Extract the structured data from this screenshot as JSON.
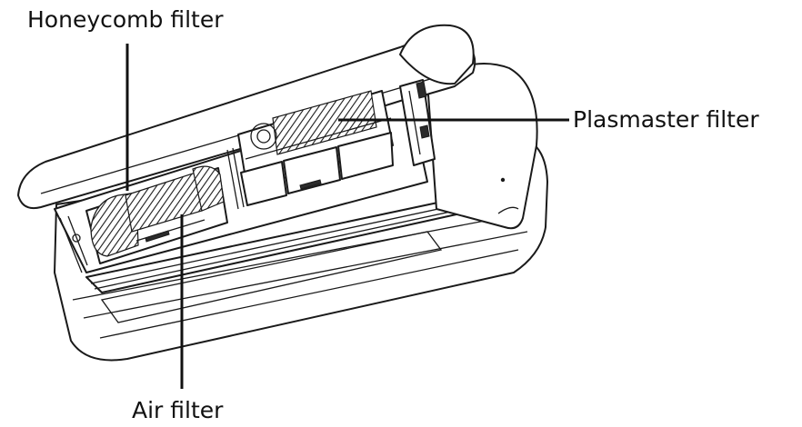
{
  "labels": {
    "honeycomb_filter": "Honeycomb filter",
    "plasmaster_filter": "Plasmaster filter",
    "air_filter": "Air filter"
  },
  "colors": {
    "line": "#1a1a1a",
    "text": "#111111",
    "background": "#ffffff"
  }
}
